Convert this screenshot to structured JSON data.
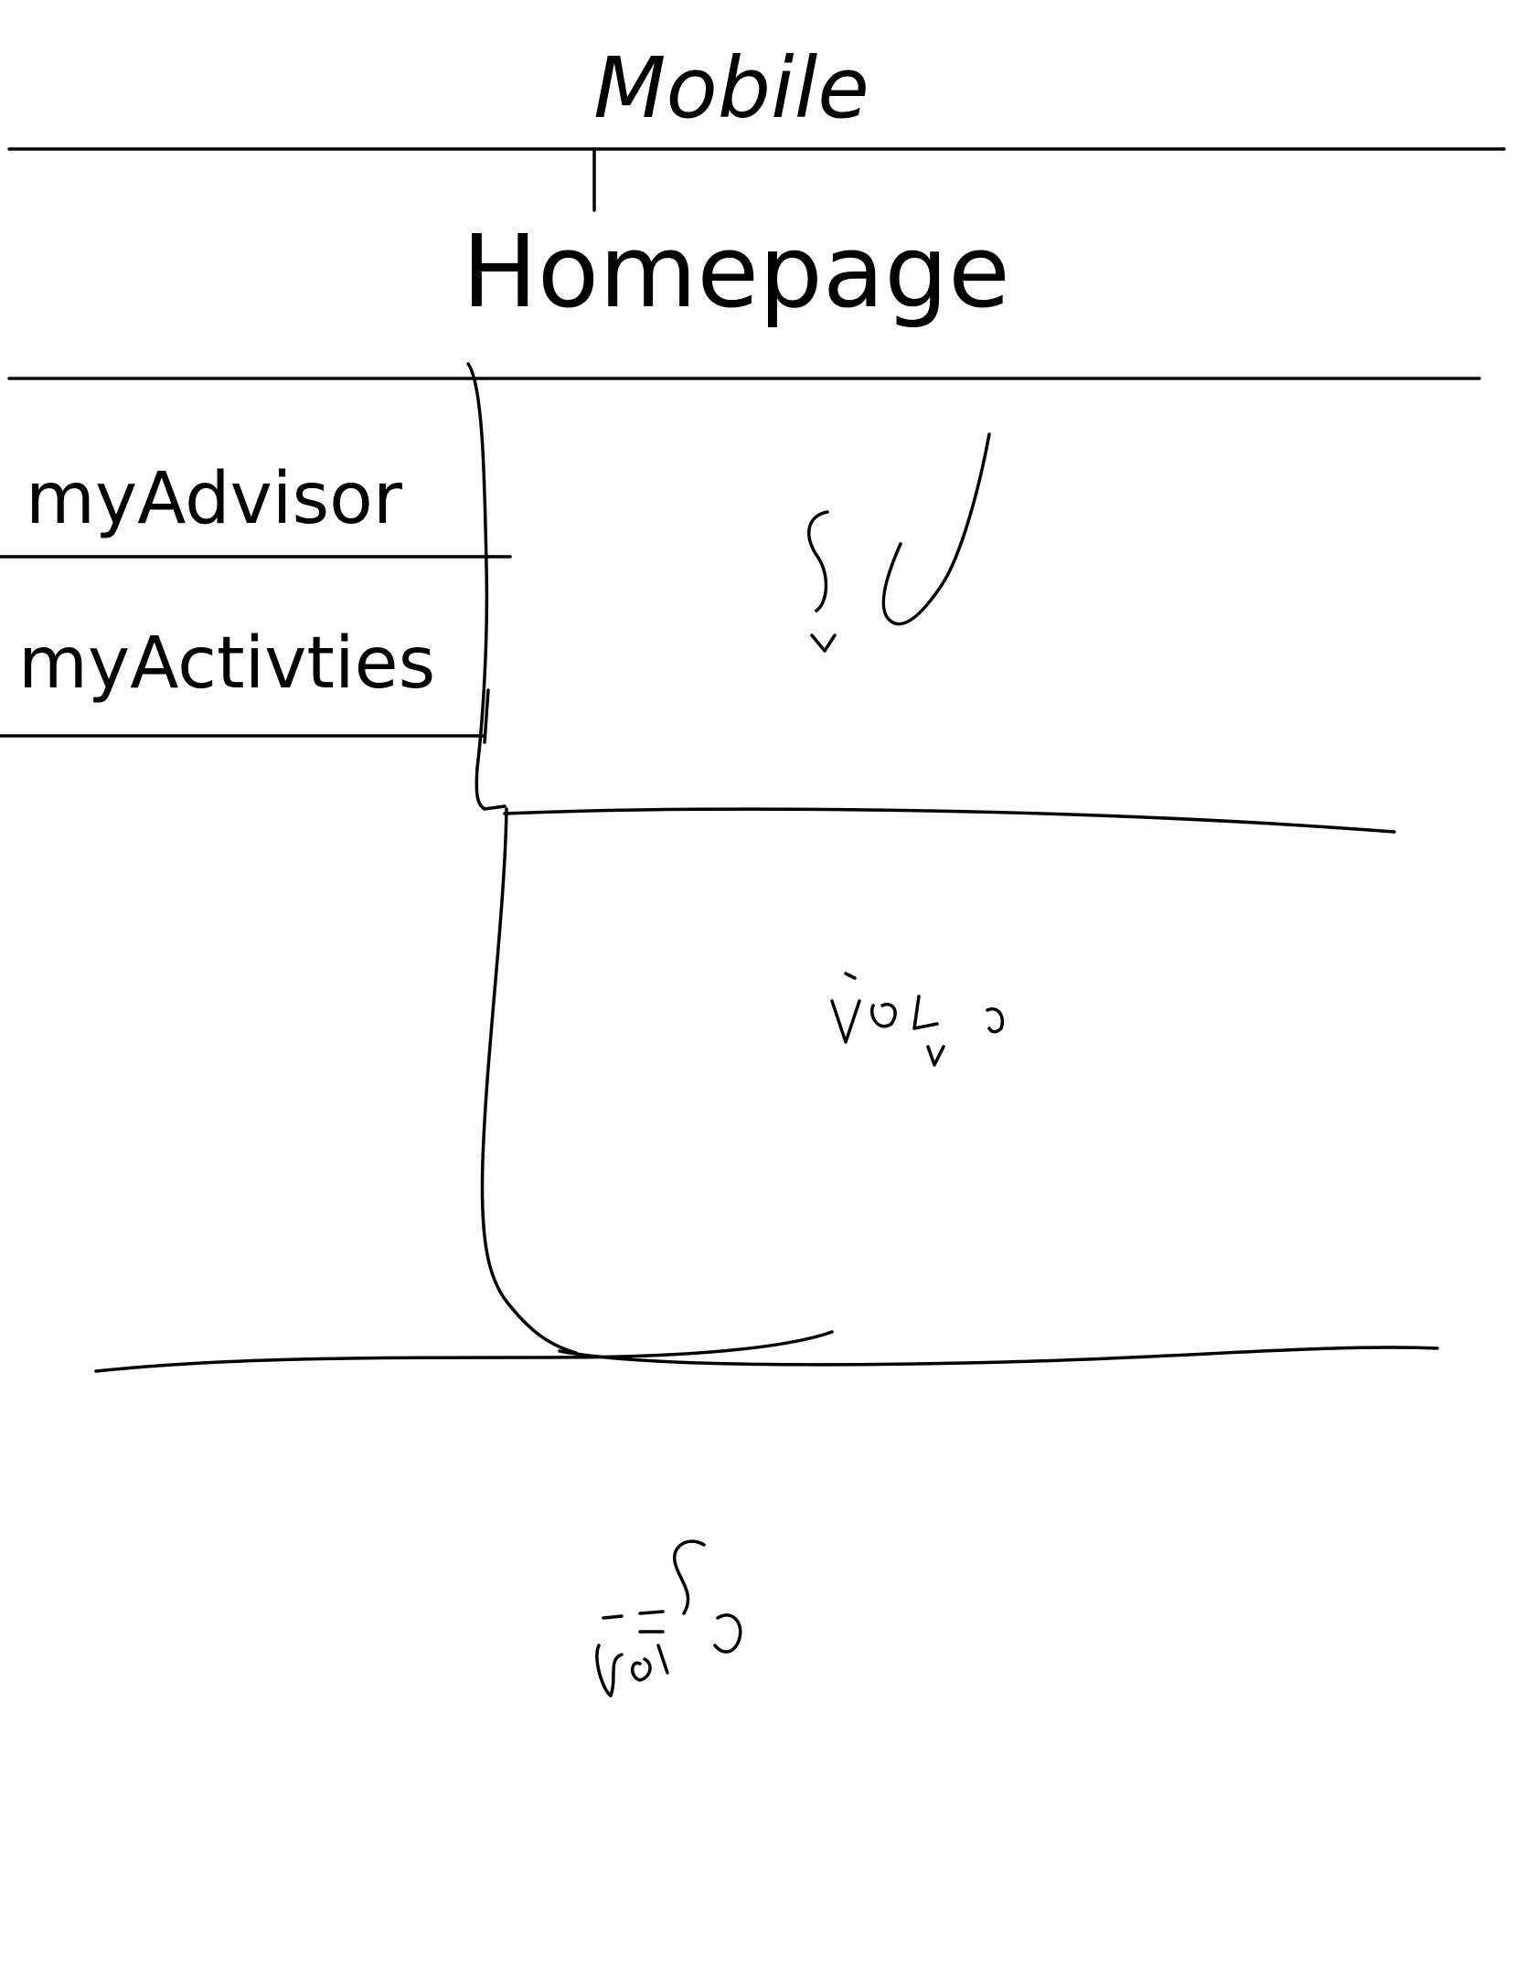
{
  "header": {
    "title": "Mobile"
  },
  "page": {
    "heading": "Homepage"
  },
  "sidebar": {
    "items": [
      {
        "label": "myAdvisor"
      },
      {
        "label": "myActivties"
      }
    ]
  },
  "colors": {
    "ink": "#000000",
    "paper": "#ffffff"
  }
}
